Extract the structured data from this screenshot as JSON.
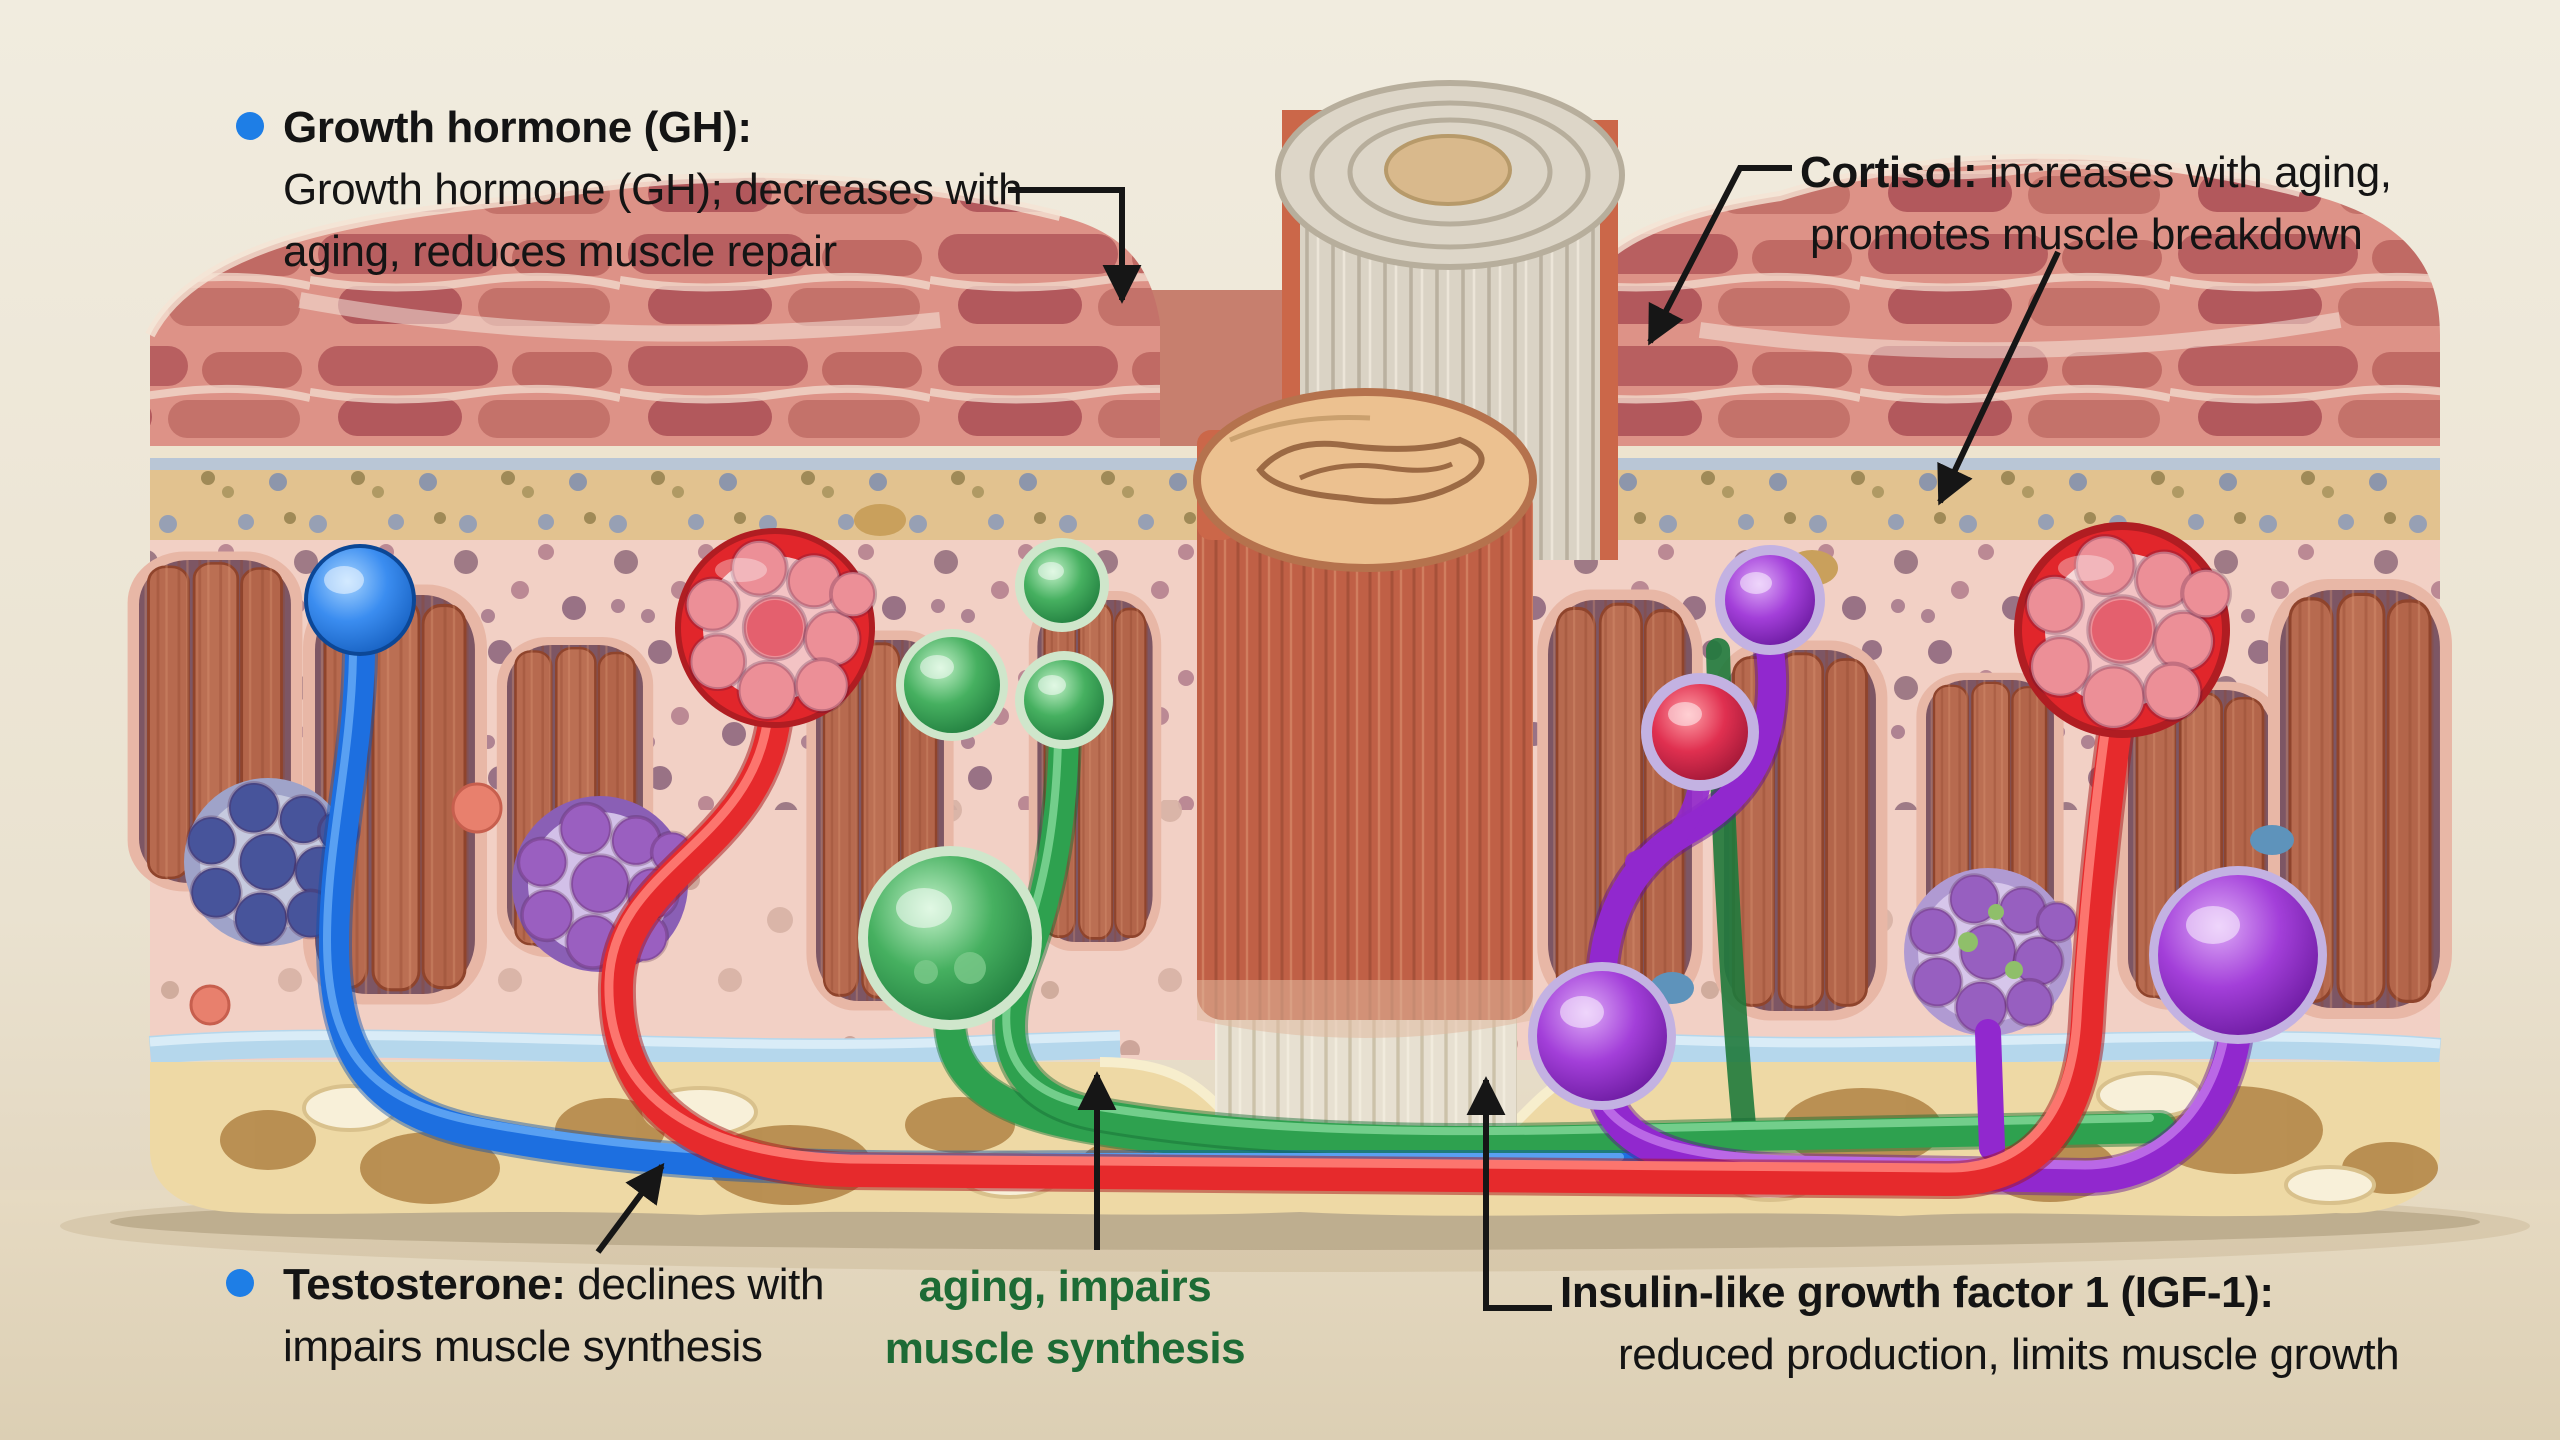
{
  "canvas": {
    "background": "#ece6d8"
  },
  "annotations": {
    "growth_hormone": {
      "bullet_color": "#1e7ee6",
      "term": "Growth hormone (GH):",
      "desc_line1": "Growth hormone (GH); decreases with",
      "desc_line2": "aging, reduces muscle repair"
    },
    "cortisol": {
      "term": "Cortisol:",
      "desc_line1": " increases with aging,",
      "desc_line2": "promotes muscle breakdown"
    },
    "testosterone": {
      "bullet_color": "#1e7ee6",
      "term": "Testosterone:",
      "desc_line1": " declines with",
      "desc_line2": "impairs muscle synthesis"
    },
    "aging_note": {
      "color": "#1d6b35",
      "line1": "aging, impairs",
      "line2": "muscle synthesis"
    },
    "igf1": {
      "term": "Insulin-like growth factor 1 (IGF-1):",
      "desc_line2": "reduced production, limits muscle growth"
    }
  },
  "hormone_pathway_colors": {
    "testosterone_blue": "#1d6fe0",
    "gh_red": "#e62a2c",
    "igf1_green": "#2ea14f",
    "cortisol_purple": "#9128ce"
  },
  "leader_line_color": "#161616"
}
